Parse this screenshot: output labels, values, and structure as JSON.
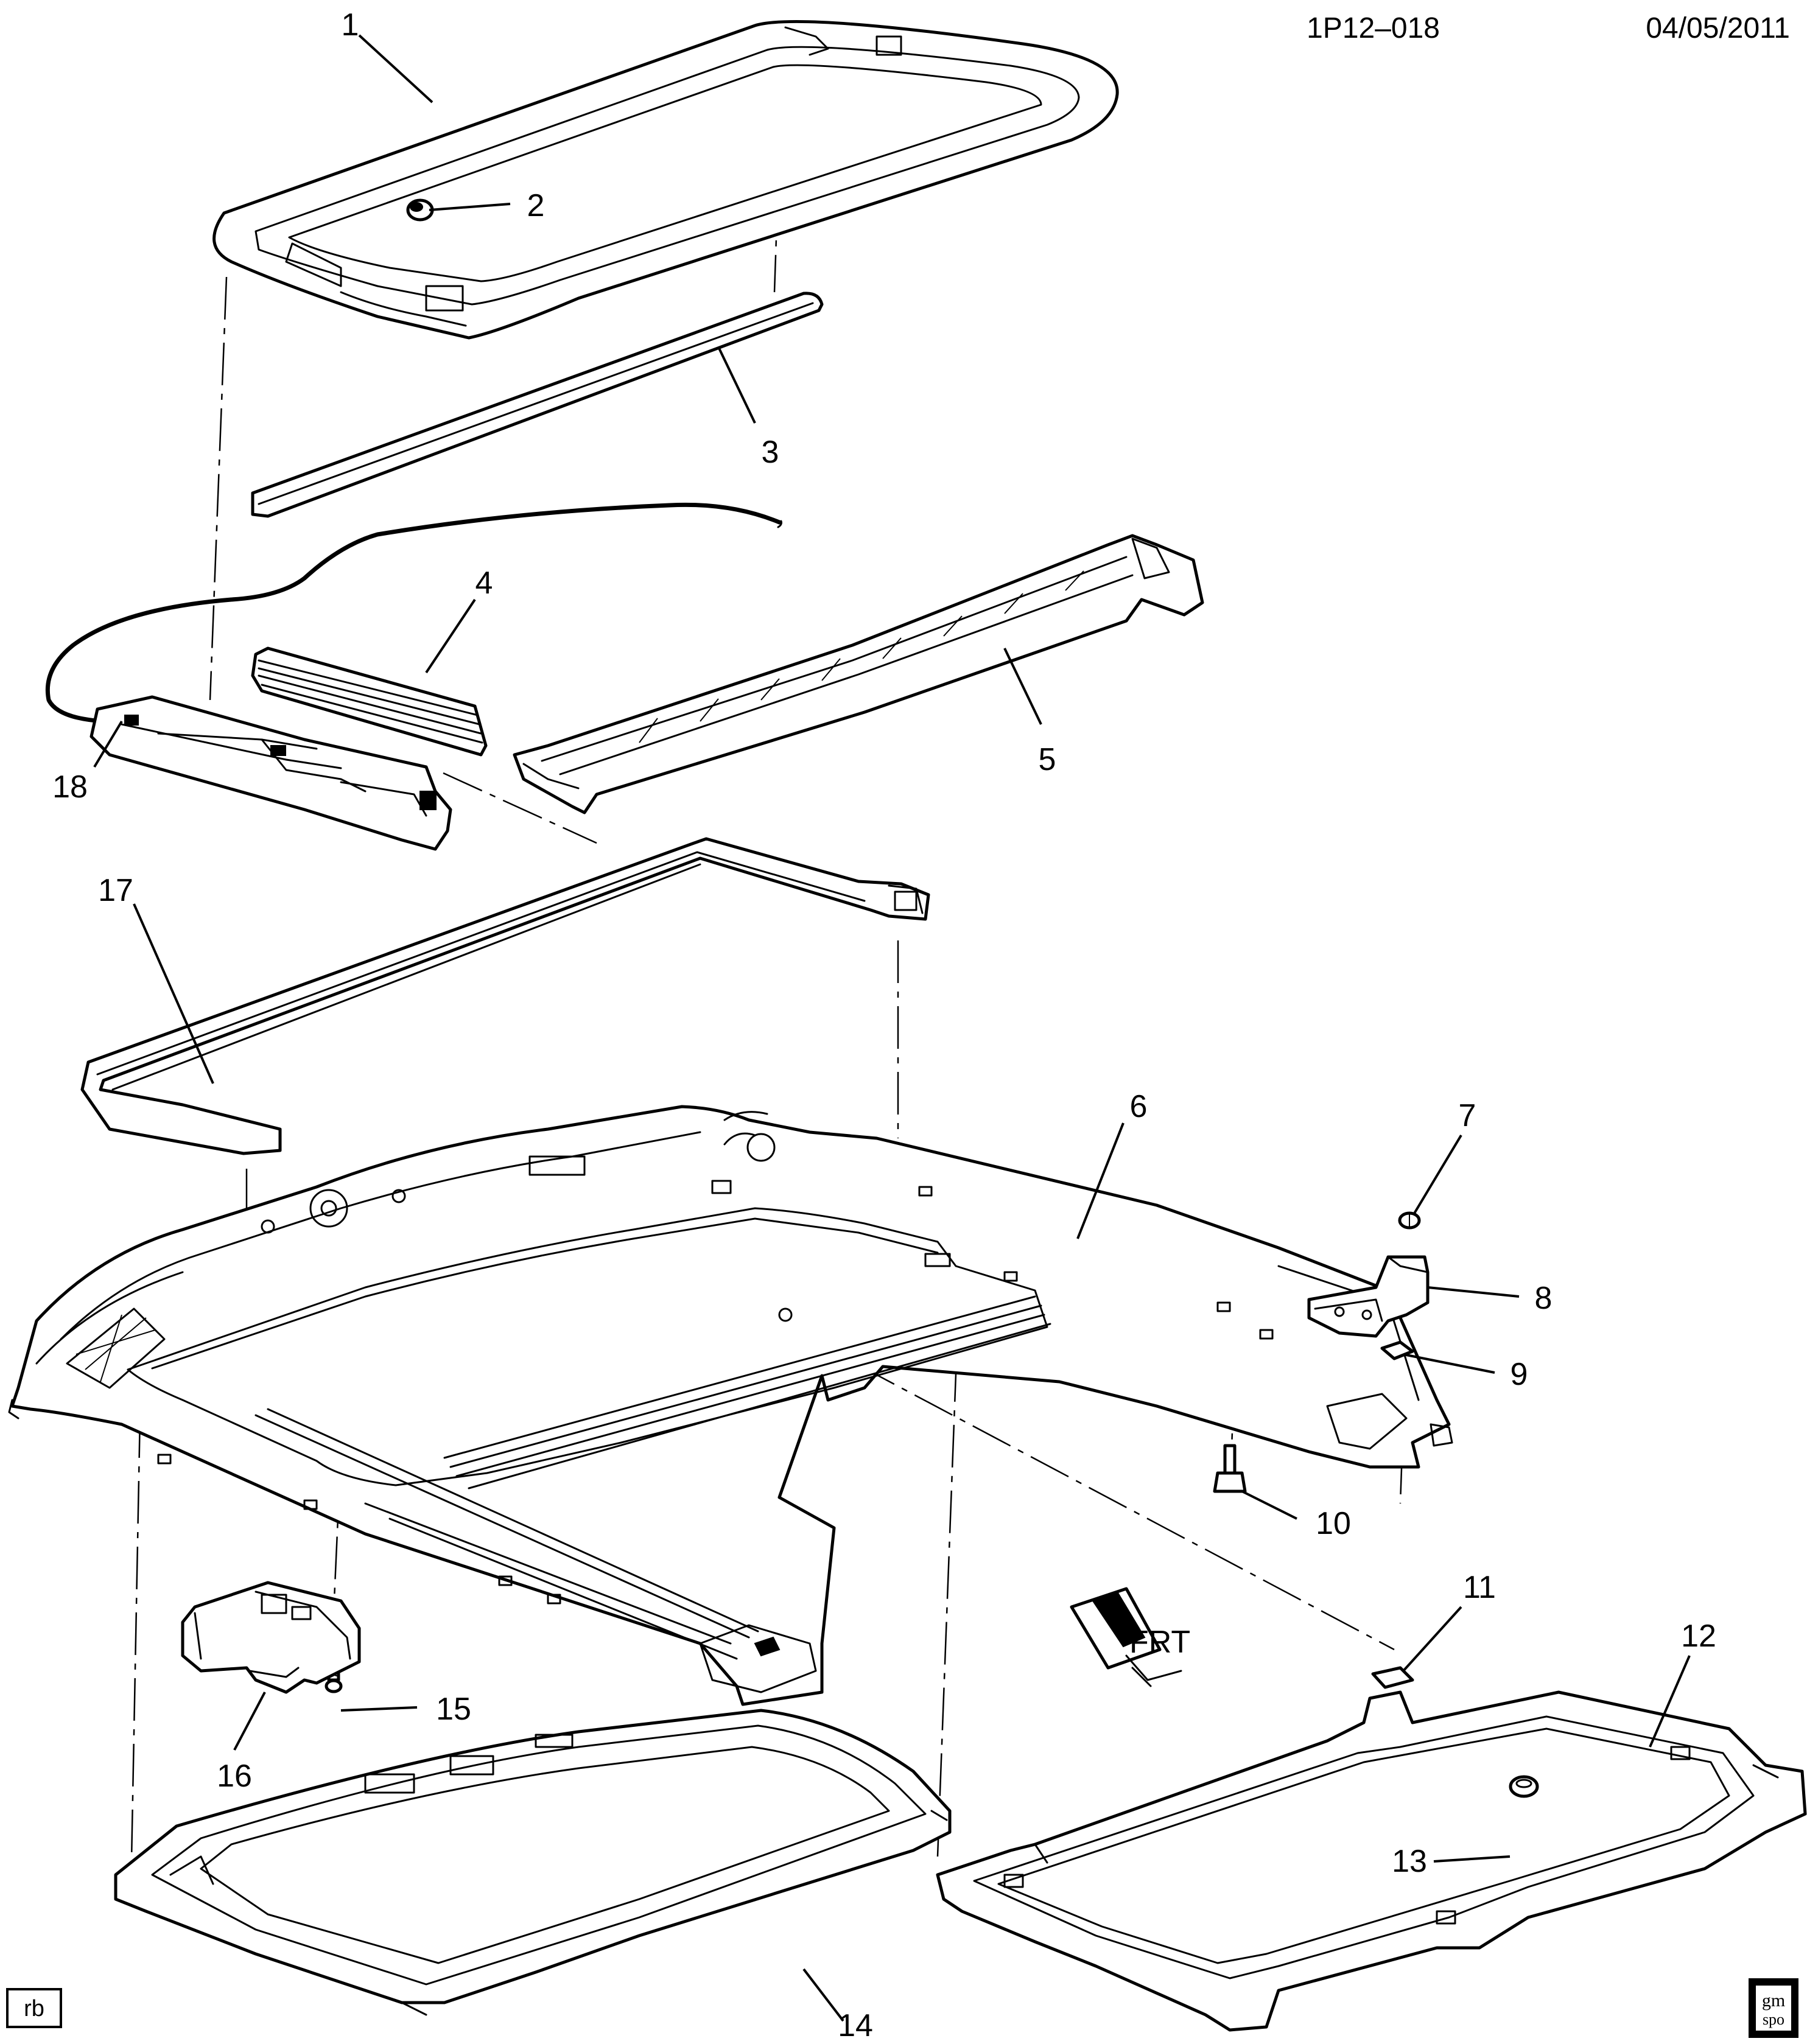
{
  "header": {
    "drawing_id": "1P12–018",
    "date": "04/05/2011"
  },
  "callouts": [
    {
      "id": "1",
      "label": "1"
    },
    {
      "id": "2",
      "label": "2"
    },
    {
      "id": "3",
      "label": "3"
    },
    {
      "id": "4",
      "label": "4"
    },
    {
      "id": "5",
      "label": "5"
    },
    {
      "id": "6",
      "label": "6"
    },
    {
      "id": "7",
      "label": "7"
    },
    {
      "id": "8",
      "label": "8"
    },
    {
      "id": "9",
      "label": "9"
    },
    {
      "id": "10",
      "label": "10"
    },
    {
      "id": "11",
      "label": "11"
    },
    {
      "id": "12",
      "label": "12"
    },
    {
      "id": "13",
      "label": "13"
    },
    {
      "id": "14",
      "label": "14"
    },
    {
      "id": "15",
      "label": "15"
    },
    {
      "id": "16",
      "label": "16"
    },
    {
      "id": "17",
      "label": "17"
    },
    {
      "id": "18",
      "label": "18"
    }
  ],
  "front_indicator": {
    "label": "FRT"
  },
  "footer": {
    "illustrator_tag": "rb",
    "logo_line1": "gm",
    "logo_line2": "spo"
  },
  "colors": {
    "ink": "#000000",
    "paper": "#ffffff"
  }
}
